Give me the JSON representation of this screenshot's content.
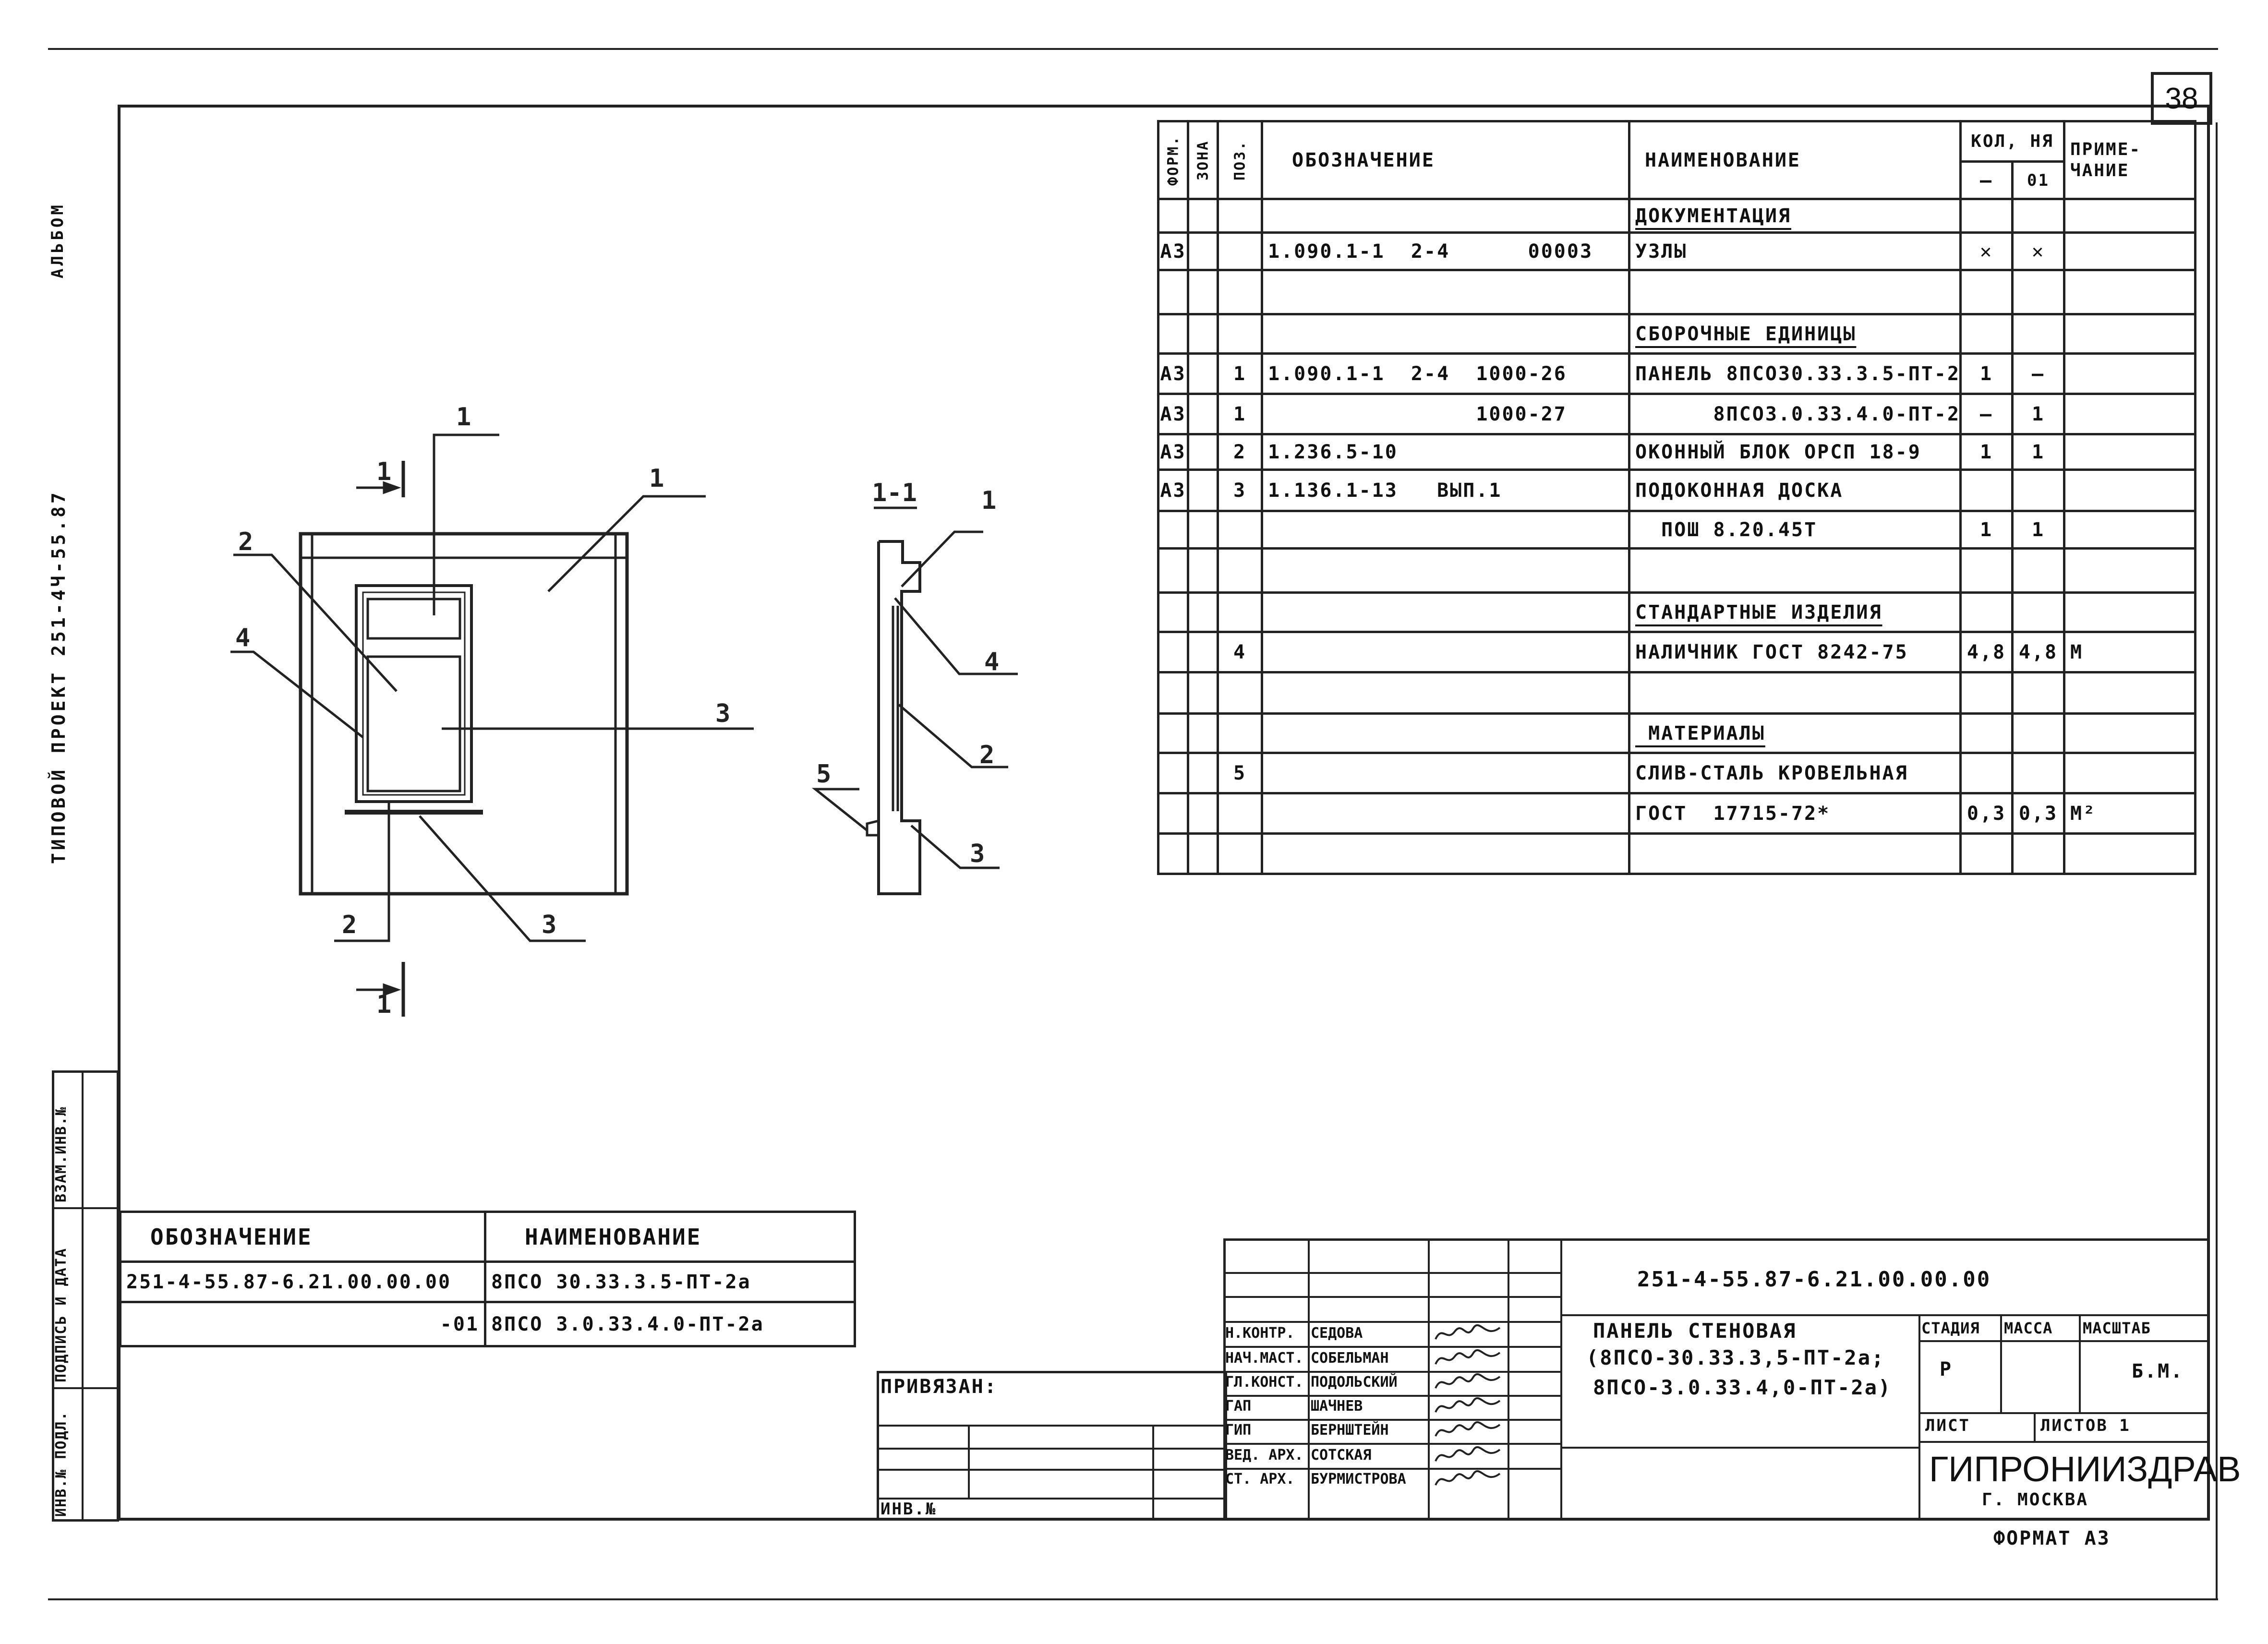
{
  "sheet": {
    "page_number": "38",
    "format_label": "ФОРМАТ А3",
    "left_margin": {
      "album": "АЛЬБОМ",
      "project": "ТИПОВОЙ ПРОЕКТ   251-4Ч-55.87",
      "inv_podl": "ИНВ.№ ПОДЛ.",
      "sign_date": "ПОДПИСЬ И ДАТА",
      "vzam_inv": "ВЗАМ.ИНВ.№"
    }
  },
  "spec": {
    "headers": {
      "form": "ФОРМ.",
      "zone": "ЗОНА",
      "pos": "ПОЗ.",
      "designation": "ОБОЗНАЧЕНИЕ",
      "name": "НАИМЕНОВАНИЕ",
      "qty": "КОЛ, НЯ",
      "qty_a": "—",
      "qty_b": "01",
      "note": "ПРИМЕ-ЧАНИЕ"
    },
    "rows": [
      {
        "form": "",
        "pos": "",
        "designation": "",
        "name": "ДОКУМЕНТАЦИЯ",
        "q1": "",
        "q2": "",
        "note": "",
        "section": true
      },
      {
        "form": "А3",
        "pos": "",
        "designation": "1.090.1-1  2-4      00003",
        "name": "УЗЛЫ",
        "q1": "✕",
        "q2": "✕",
        "note": ""
      },
      {
        "form": "",
        "pos": "",
        "designation": "",
        "name": "",
        "q1": "",
        "q2": "",
        "note": ""
      },
      {
        "form": "",
        "pos": "",
        "designation": "",
        "name": "СБОРОЧНЫЕ ЕДИНИЦЫ",
        "q1": "",
        "q2": "",
        "note": "",
        "section": true
      },
      {
        "form": "А3",
        "pos": "1",
        "designation": "1.090.1-1  2-4  1000-26",
        "name": "ПАНЕЛЬ 8ПСО30.33.3.5-ПТ-2",
        "q1": "1",
        "q2": "—",
        "note": ""
      },
      {
        "form": "А3",
        "pos": "1",
        "designation": "                1000-27",
        "name": "      8ПСО3.0.33.4.0-ПТ-2",
        "q1": "—",
        "q2": "1",
        "note": ""
      },
      {
        "form": "А3",
        "pos": "2",
        "designation": "1.236.5-10",
        "name": "ОКОННЫЙ БЛОК ОРСП 18-9",
        "q1": "1",
        "q2": "1",
        "note": ""
      },
      {
        "form": "А3",
        "pos": "3",
        "designation": "1.136.1-13   ВЫП.1",
        "name": "ПОДОКОННАЯ ДОСКА",
        "q1": "",
        "q2": "",
        "note": ""
      },
      {
        "form": "",
        "pos": "",
        "designation": "",
        "name": "  ПОШ 8.20.45Т",
        "q1": "1",
        "q2": "1",
        "note": ""
      },
      {
        "form": "",
        "pos": "",
        "designation": "",
        "name": "",
        "q1": "",
        "q2": "",
        "note": ""
      },
      {
        "form": "",
        "pos": "",
        "designation": "",
        "name": "СТАНДАРТНЫЕ ИЗДЕЛИЯ",
        "q1": "",
        "q2": "",
        "note": "",
        "section": true
      },
      {
        "form": "",
        "pos": "4",
        "designation": "",
        "name": "НАЛИЧНИК ГОСТ 8242-75",
        "q1": "4,8",
        "q2": "4,8",
        "note": "М"
      },
      {
        "form": "",
        "pos": "",
        "designation": "",
        "name": "",
        "q1": "",
        "q2": "",
        "note": ""
      },
      {
        "form": "",
        "pos": "",
        "designation": "",
        "name": " МАТЕРИАЛЫ",
        "q1": "",
        "q2": "",
        "note": "",
        "section": true
      },
      {
        "form": "",
        "pos": "5",
        "designation": "",
        "name": "СЛИВ-СТАЛЬ КРОВЕЛЬНАЯ",
        "q1": "",
        "q2": "",
        "note": ""
      },
      {
        "form": "",
        "pos": "",
        "designation": "",
        "name": "ГОСТ  17715-72*",
        "q1": "0,3",
        "q2": "0,3",
        "note": "М²"
      },
      {
        "form": "",
        "pos": "",
        "designation": "",
        "name": "",
        "q1": "",
        "q2": "",
        "note": ""
      }
    ]
  },
  "variants": {
    "header_designation": "ОБОЗНАЧЕНИЕ",
    "header_name": "НАИМЕНОВАНИЕ",
    "rows": [
      {
        "designation": "251-4-55.87-6.21.00.00.00",
        "name": "8ПСО 30.33.3.5-ПТ-2а"
      },
      {
        "designation": "-01",
        "name": "8ПСО 3.0.33.4.0-ПТ-2а"
      }
    ]
  },
  "binding": {
    "privyazan": "ПРИВЯЗАН:",
    "inv_no": "ИНВ.№"
  },
  "title_block": {
    "code": "251-4-55.87-6.21.00.00.00",
    "title_lines": [
      "ПАНЕЛЬ СТЕНОВАЯ",
      "(8ПСО-30.33.3,5-ПТ-2а;",
      "8ПСО-3.0.33.4,0-ПТ-2а)"
    ],
    "stage_header": "СТАДИЯ",
    "mass_header": "МАССА",
    "scale_header": "МАСШТАБ",
    "stage_value": "Р",
    "scale_value": "Б.М.",
    "sheet_label": "ЛИСТ",
    "sheets_label": "ЛИСТОВ 1",
    "org": "ГИПРОНИИЗДРАВ",
    "city": "Г. МОСКВА",
    "roles": [
      {
        "role": "Н.КОНТР.",
        "name": "СЕДОВА"
      },
      {
        "role": "НАЧ.МАСТ.",
        "name": "СОБЕЛЬМАН"
      },
      {
        "role": "ГЛ.КОНСТ.",
        "name": "ПОДОЛЬСКИЙ"
      },
      {
        "role": "ГАП",
        "name": "ШАЧНЕВ"
      },
      {
        "role": "ГИП",
        "name": "БЕРНШТЕЙН"
      },
      {
        "role": "ВЕД. АРХ.",
        "name": "СОТСКАЯ"
      },
      {
        "role": "СТ. АРХ.",
        "name": "БУРМИСТРОВА"
      }
    ]
  },
  "drawing": {
    "callouts": {
      "c1a": "1",
      "c1b": "1",
      "c2": "2",
      "c3": "3",
      "c4": "4",
      "c2b": "2",
      "c3b": "3",
      "sec_a": "1",
      "sec_b": "1",
      "section_title": "1-1",
      "s1": "1",
      "s4": "4",
      "s2": "2",
      "s5": "5",
      "s3": "3"
    }
  }
}
